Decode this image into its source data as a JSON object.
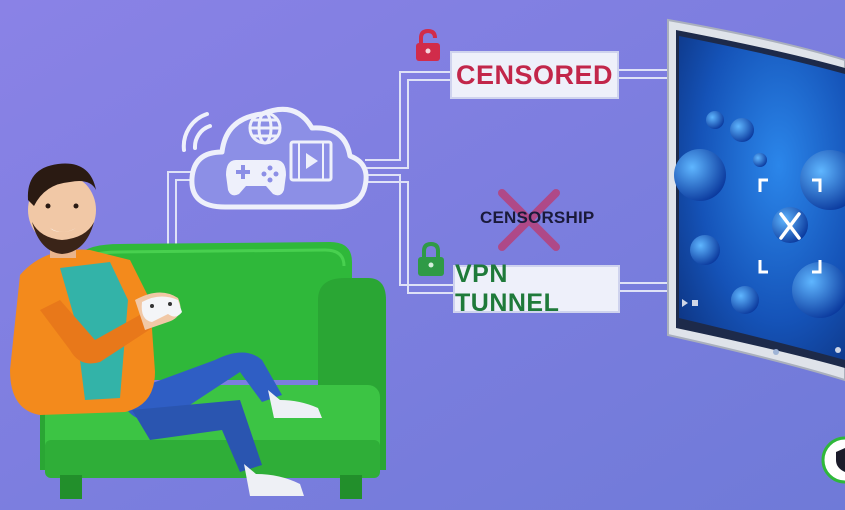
{
  "labels": {
    "censored": "CENSORED",
    "censorship": "CENSORSHIP",
    "vpn_tunnel": "VPN TUNNEL"
  },
  "icons": {
    "unlocked_padlock": "padlock-open-icon",
    "locked_padlock": "padlock-closed-icon",
    "cloud": "cloud-icon",
    "globe": "globe-icon",
    "gamepad": "gamepad-icon",
    "video": "video-file-icon",
    "wifi": "wifi-icon",
    "cross": "x-cross-icon",
    "screen_close": "close-x-icon",
    "shield": "shield-icon"
  },
  "colors": {
    "background": "#7d80e0",
    "censored_text": "#c2264a",
    "vpn_text": "#1f7a3a",
    "cross": "#b8407a",
    "lock_red": "#d12c4a",
    "lock_green": "#2f9a46",
    "line": "#dfe2f7",
    "sofa": "#2fb83a",
    "tv_screen": "#1b5fc4"
  }
}
